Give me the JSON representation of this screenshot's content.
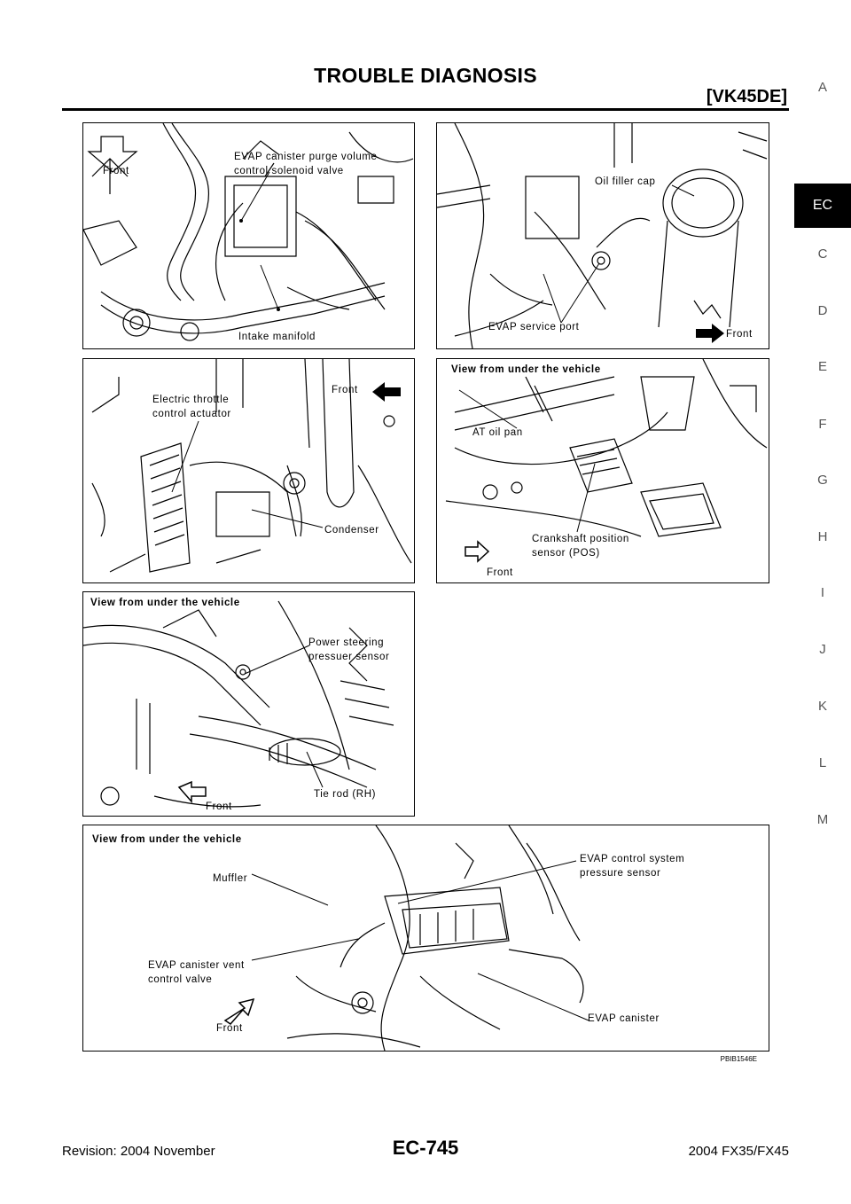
{
  "header": {
    "title": "TROUBLE DIAGNOSIS",
    "model_code": "[VK45DE]"
  },
  "side_tabs": {
    "items": [
      "A",
      "EC",
      "C",
      "D",
      "E",
      "F",
      "G",
      "H",
      "I",
      "J",
      "K",
      "L",
      "M"
    ],
    "active": "EC"
  },
  "panels": {
    "p1": {
      "front": "Front",
      "callout1": "EVAP canister purge volume",
      "callout2": "control solenoid valve",
      "callout3": "Intake manifold"
    },
    "p2": {
      "callout1": "Oil filler cap",
      "callout2": "EVAP service port",
      "front": "Front"
    },
    "p3": {
      "callout1": "Electric throttle",
      "callout2": "control actuator",
      "front": "Front",
      "callout3": "Condenser"
    },
    "p4": {
      "view": "View from under the vehicle",
      "callout1": "AT oil pan",
      "callout2": "Crankshaft position",
      "callout3": "sensor (POS)",
      "front": "Front"
    },
    "p5": {
      "view": "View from under the vehicle",
      "callout1": "Power steering",
      "callout2": "pressuer sensor",
      "callout3": "Tie rod (RH)",
      "front": "Front"
    },
    "p6": {
      "view": "View from under the vehicle",
      "callout1": "Muffler",
      "callout2": "EVAP control system",
      "callout3": "pressure sensor",
      "callout4": "EVAP canister vent",
      "callout5": "control valve",
      "callout6": "EVAP canister",
      "front": "Front"
    }
  },
  "figure_id": "PBIB1546E",
  "footer": {
    "revision": "Revision: 2004 November",
    "page": "EC-745",
    "model": "2004 FX35/FX45"
  }
}
